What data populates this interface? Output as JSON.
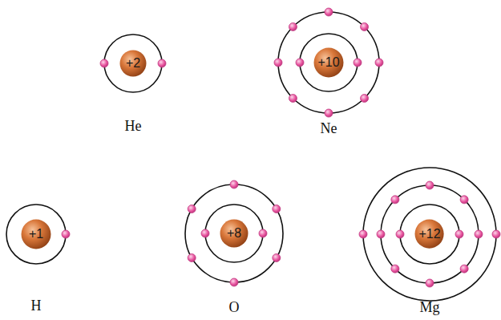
{
  "diagram": {
    "nodes": [
      {
        "text": [
          "He"
        ]
      },
      {
        "text": [
          "+2"
        ],
        "in": 0
      },
      {
        "text": [
          "Ne"
        ]
      },
      {
        "text": [
          "+10"
        ],
        "in": 2
      },
      {
        "text": [
          "H"
        ]
      },
      {
        "text": [
          "+1"
        ],
        "in": 4
      },
      {
        "text": [
          "O"
        ]
      },
      {
        "text": [
          "+8"
        ],
        "in": 6
      },
      {
        "text": [
          "Mg"
        ]
      },
      {
        "text": [
          "+12"
        ],
        "in": 8
      }
    ]
  }
}
